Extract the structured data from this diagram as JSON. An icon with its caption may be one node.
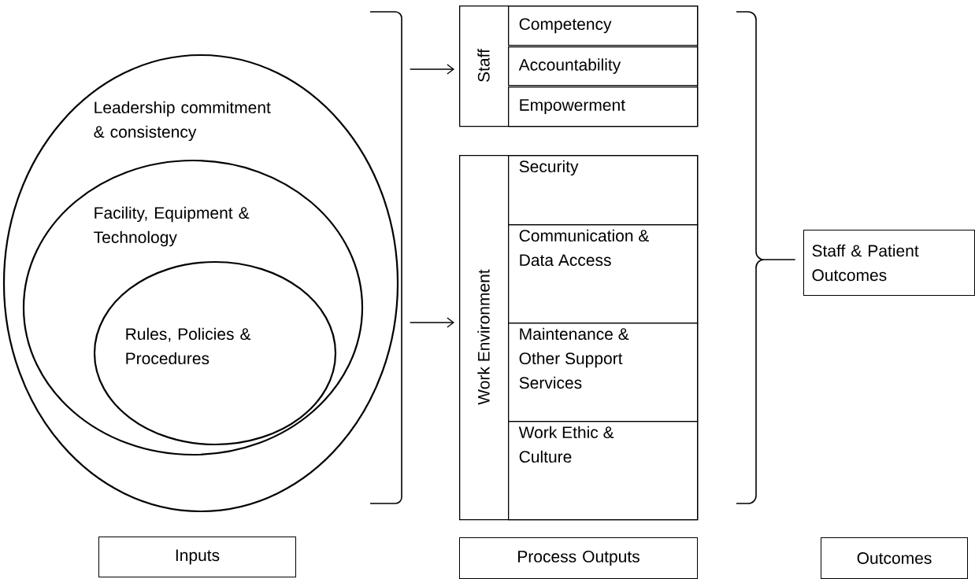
{
  "diagram": {
    "nodes": [
      {
        "text": [
          "Leadership commitment & consistency"
        ]
      },
      {
        "text": [
          "Facility, Equipment & Technology"
        ],
        "in": 0
      },
      {
        "text": [
          "Rules, Policies & Procedures"
        ],
        "in": 1
      },
      {
        "text": [
          "Staff"
        ]
      },
      {
        "text": [
          "Competency"
        ],
        "in": 3
      },
      {
        "text": [
          "Accountability"
        ],
        "in": 3
      },
      {
        "text": [
          "Empowerment"
        ],
        "in": 3
      },
      {
        "text": [
          "Work Environment"
        ]
      },
      {
        "text": [
          "Security"
        ],
        "in": 7
      },
      {
        "text": [
          "Communication & Data Access"
        ],
        "in": 7
      },
      {
        "text": [
          "Maintenance & Other Support Services"
        ],
        "in": 7
      },
      {
        "text": [
          "Work Ethic & Culture"
        ],
        "in": 7
      },
      {
        "text": [
          "Staff & Patient Outcomes"
        ]
      },
      {
        "text": [
          "Inputs"
        ]
      },
      {
        "text": [
          "Process Outputs"
        ]
      },
      {
        "text": [
          "Outcomes"
        ]
      },
      {
        "text": [],
        "shape": "bracket"
      }
    ],
    "edges": [
      {
        "from": 16,
        "to": 3,
        "arrow": "to"
      },
      {
        "from": 16,
        "to": 7,
        "arrow": "to"
      }
    ]
  }
}
